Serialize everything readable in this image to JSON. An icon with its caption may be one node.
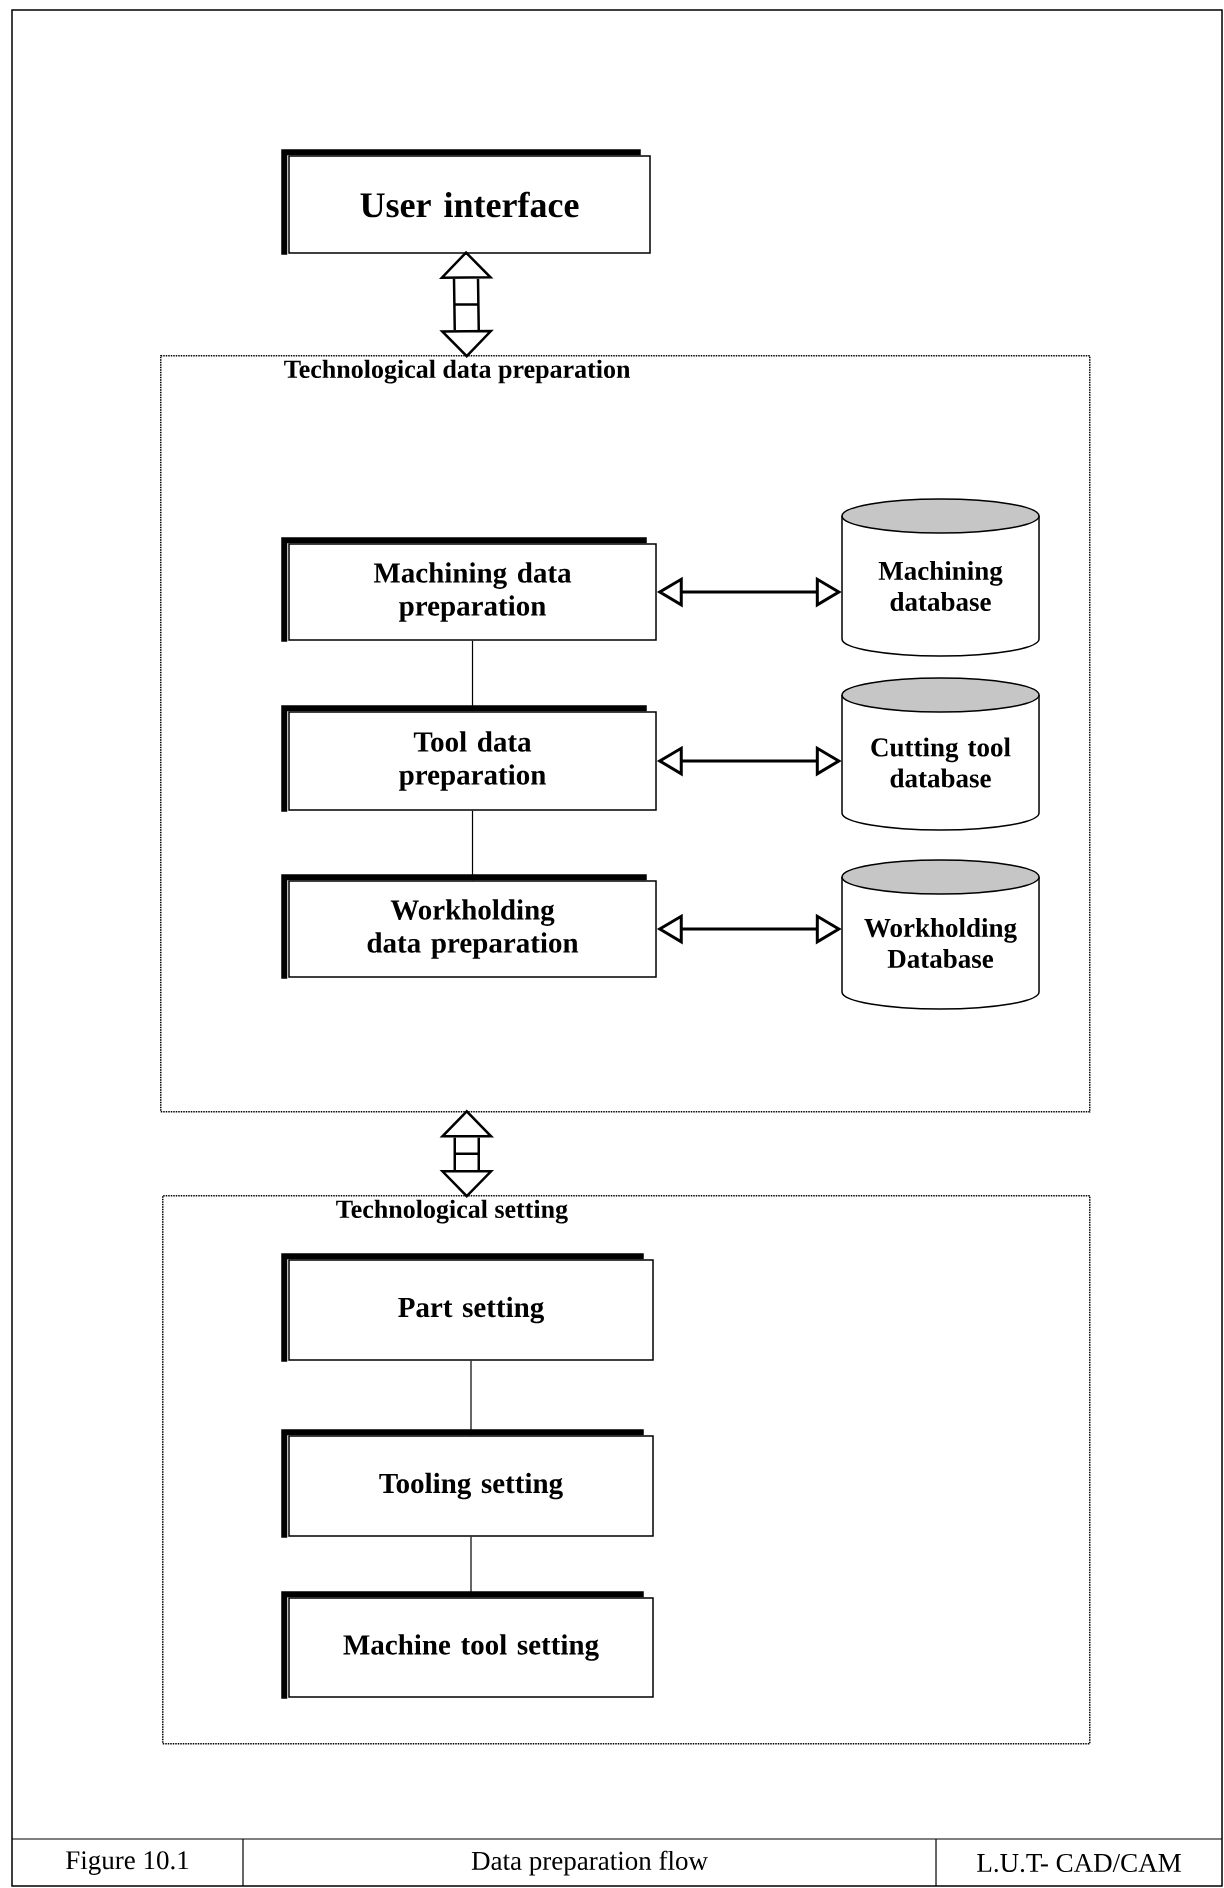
{
  "diagram": {
    "nodes": [
      {
        "text": [
          "User interface"
        ]
      },
      {
        "text": [
          "Technological data preparation"
        ]
      },
      {
        "text": [
          "Machining data preparation"
        ],
        "in": 1
      },
      {
        "text": [
          "Machining database"
        ],
        "in": 1
      },
      {
        "text": [
          "Tool data preparation"
        ],
        "in": 1
      },
      {
        "text": [
          "Cutting tool database"
        ],
        "in": 1
      },
      {
        "text": [
          "Workholding data preparation"
        ],
        "in": 1
      },
      {
        "text": [
          "Workholding Database"
        ],
        "in": 1
      },
      {
        "text": [
          "Technological setting"
        ]
      },
      {
        "text": [
          "Part setting"
        ],
        "in": 8
      },
      {
        "text": [
          "Tooling setting"
        ],
        "in": 8
      },
      {
        "text": [
          "Machine tool setting"
        ],
        "in": 8
      }
    ],
    "edges": [
      {
        "from": 0,
        "to": 1,
        "arrow": "both"
      },
      {
        "from": 2,
        "to": 3,
        "arrow": "both"
      },
      {
        "from": 2,
        "to": 4,
        "arrow": "none"
      },
      {
        "from": 4,
        "to": 5,
        "arrow": "both"
      },
      {
        "from": 4,
        "to": 6,
        "arrow": "none"
      },
      {
        "from": 6,
        "to": 7,
        "arrow": "both"
      },
      {
        "from": 1,
        "to": 8,
        "arrow": "both"
      },
      {
        "from": 9,
        "to": 10,
        "arrow": "none"
      },
      {
        "from": 10,
        "to": 11,
        "arrow": "none"
      }
    ],
    "labels": [
      "Figure 10.1",
      "Data preparation flow",
      "L.U.T- CAD/CAM"
    ]
  }
}
